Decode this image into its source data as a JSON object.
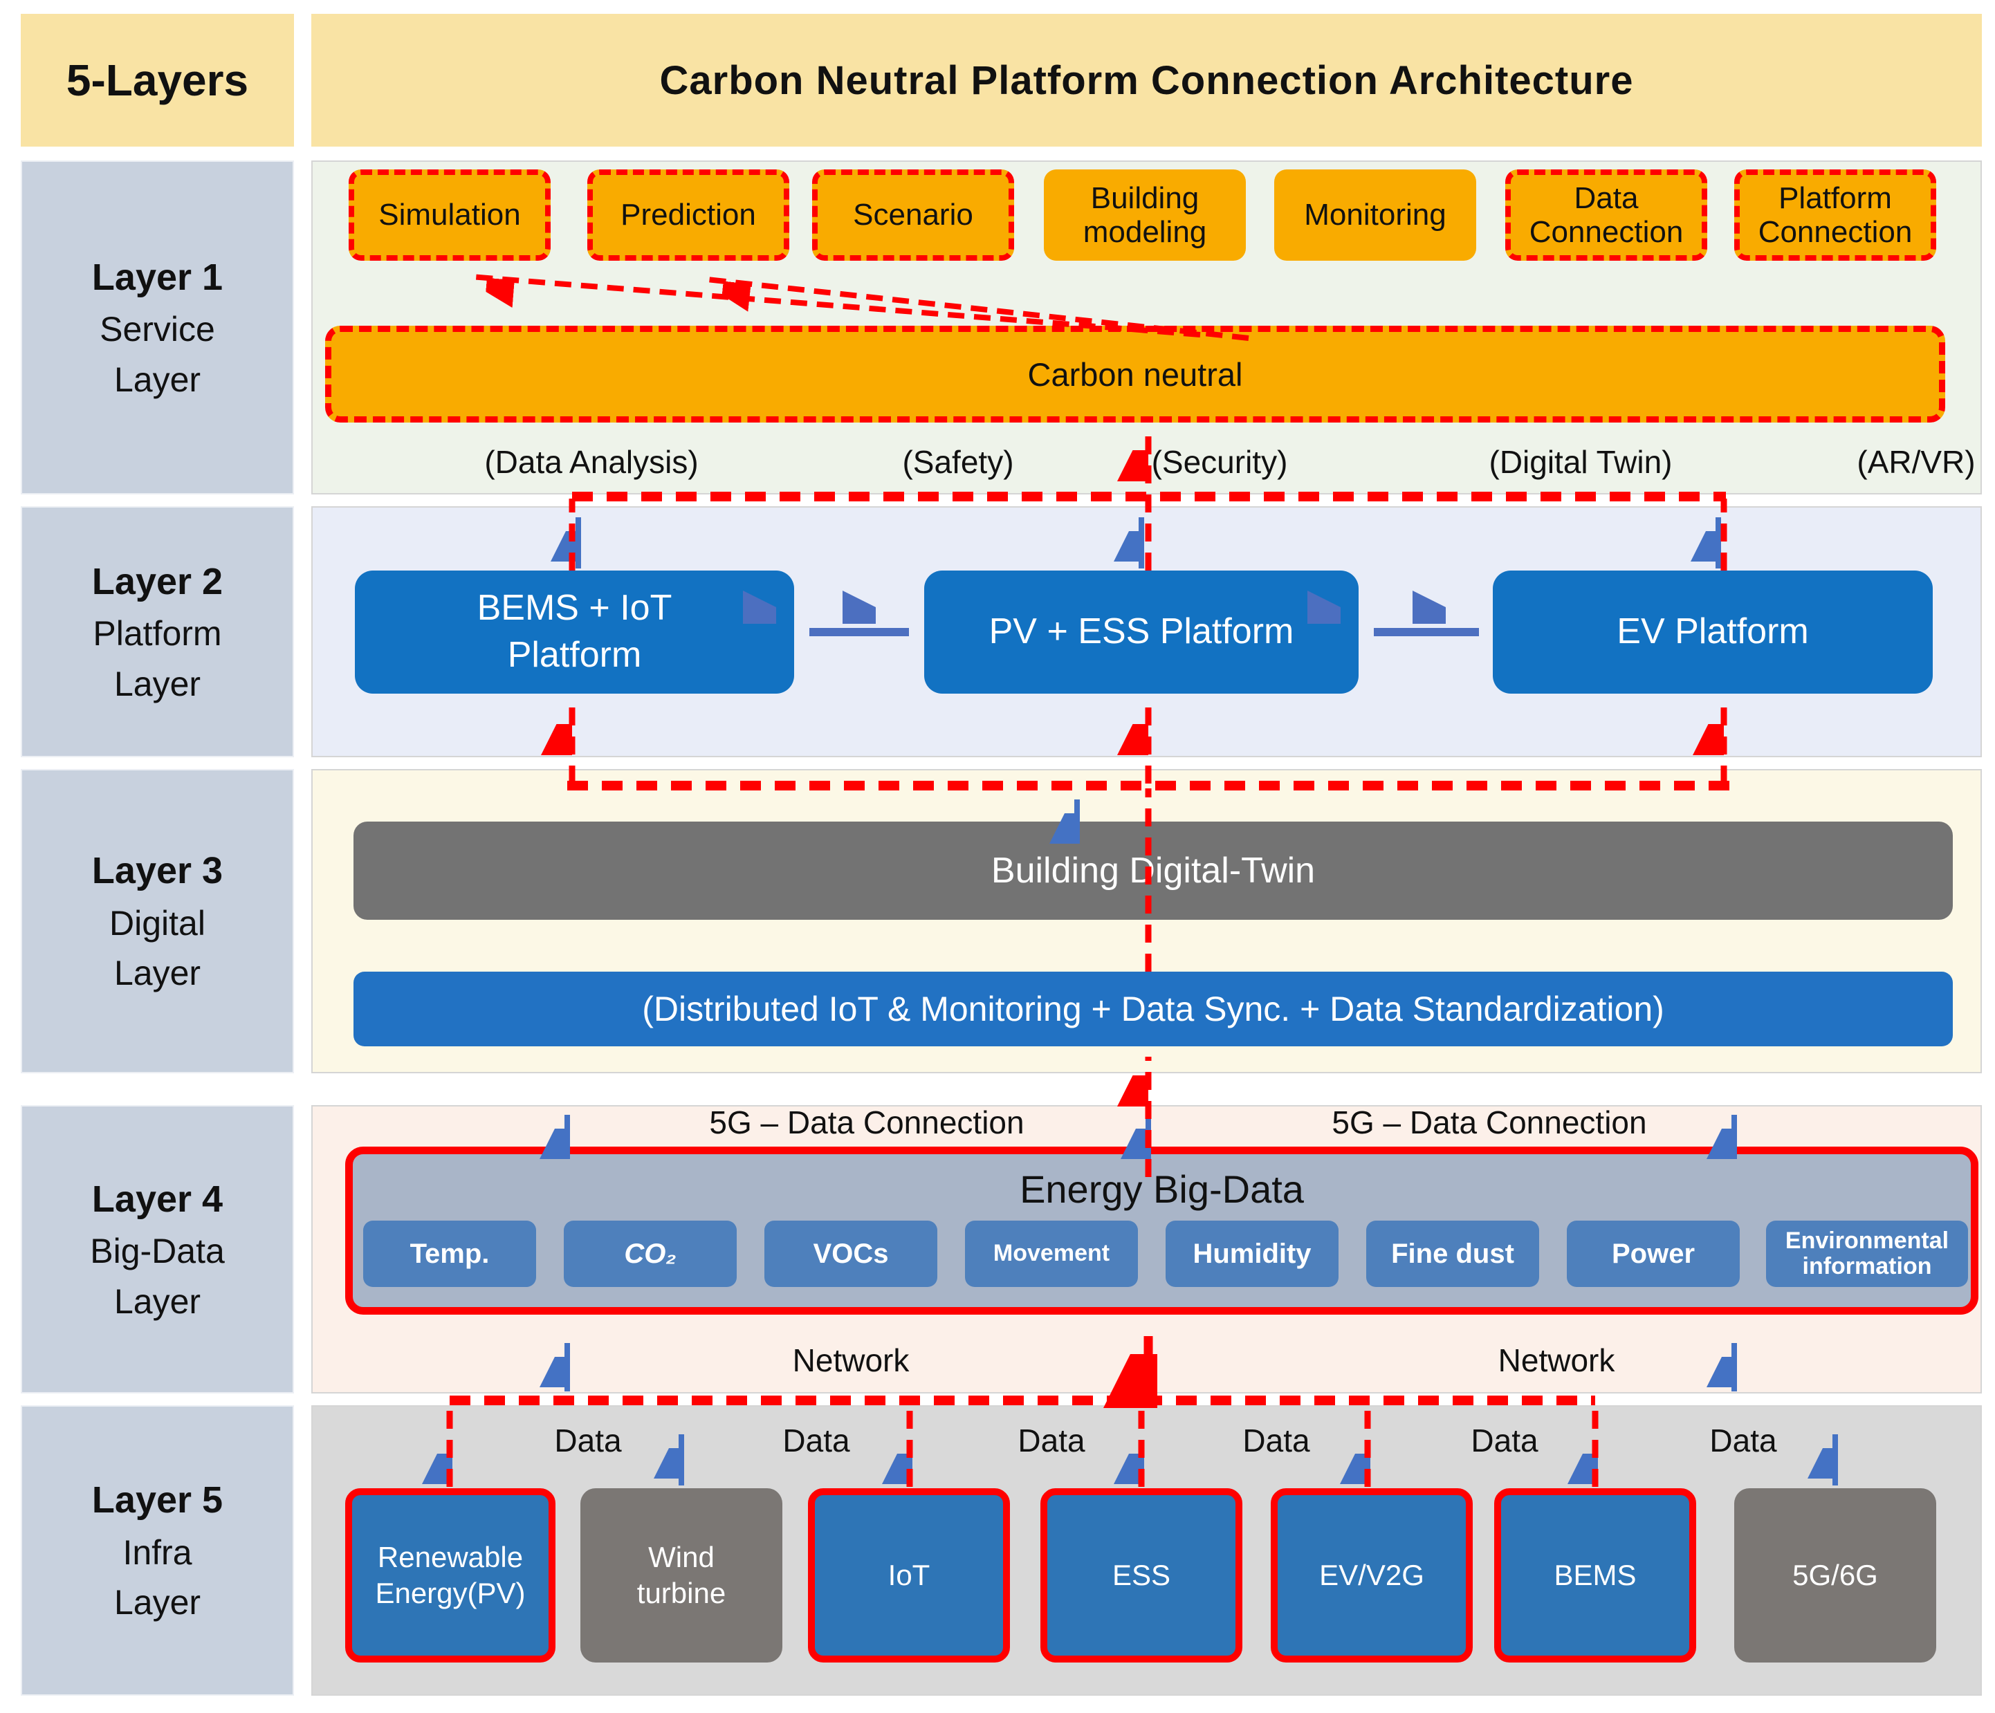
{
  "header": {
    "sidebar_title": "5-Layers",
    "title": "Carbon Neutral Platform Connection Architecture"
  },
  "sidebar": {
    "layers": [
      {
        "name": "Layer 1",
        "line2": "Service",
        "line3": "Layer"
      },
      {
        "name": "Layer 2",
        "line2": "Platform",
        "line3": "Layer"
      },
      {
        "name": "Layer 3",
        "line2": "Digital",
        "line3": "Layer"
      },
      {
        "name": "Layer 4",
        "line2": "Big-Data",
        "line3": "Layer"
      },
      {
        "name": "Layer 5",
        "line2": "Infra",
        "line3": "Layer"
      }
    ]
  },
  "layer1": {
    "service_boxes": [
      {
        "label": "Simulation",
        "dashed": true
      },
      {
        "label": "Prediction",
        "dashed": true
      },
      {
        "label": "Scenario",
        "dashed": true
      },
      {
        "label": "Building modeling",
        "lines": [
          "Building",
          "modeling"
        ],
        "dashed": false
      },
      {
        "label": "Monitoring",
        "dashed": false
      },
      {
        "label": "Data Connection",
        "lines": [
          "Data",
          "Connection"
        ],
        "dashed": true
      },
      {
        "label": "Platform Connection",
        "lines": [
          "Platform",
          "Connection"
        ],
        "dashed": true
      }
    ],
    "carbon_neutral_label": "Carbon neutral",
    "captions": [
      "(Data Analysis)",
      "(Safety)",
      "(Security)",
      "(Digital Twin)",
      "(AR/VR)"
    ]
  },
  "layer2": {
    "platforms": [
      {
        "label": "BEMS + IoT Platform",
        "lines": [
          "BEMS + IoT",
          "Platform"
        ]
      },
      {
        "label": "PV + ESS Platform",
        "lines": [
          "PV + ESS Platform"
        ]
      },
      {
        "label": "EV Platform",
        "lines": [
          "EV Platform"
        ]
      }
    ]
  },
  "layer3": {
    "digital_twin_label": "Building Digital-Twin",
    "distributed_label": "(Distributed IoT & Monitoring + Data Sync. + Data Standardization)"
  },
  "layer4": {
    "connection_label_left": "5G – Data Connection",
    "connection_label_right": "5G – Data Connection",
    "big_data_title": "Energy Big-Data",
    "sensors": [
      "Temp.",
      "CO₂",
      "VOCs",
      "Movement",
      "Humidity",
      "Fine dust",
      "Power",
      "Environmental information"
    ],
    "sensor_lines_env": [
      "Environmental",
      "information"
    ],
    "network_label_left": "Network",
    "network_label_right": "Network"
  },
  "layer5": {
    "data_label": "Data",
    "infra_boxes": [
      {
        "label": "Renewable Energy(PV)",
        "lines": [
          "Renewable",
          "Energy(PV)"
        ],
        "highlighted": true
      },
      {
        "label": "Wind turbine",
        "lines": [
          "Wind",
          "turbine"
        ],
        "highlighted": false
      },
      {
        "label": "IoT",
        "lines": [
          "IoT"
        ],
        "highlighted": true
      },
      {
        "label": "ESS",
        "lines": [
          "ESS"
        ],
        "highlighted": true
      },
      {
        "label": "EV/V2G",
        "lines": [
          "EV/V2G"
        ],
        "highlighted": true
      },
      {
        "label": "BEMS",
        "lines": [
          "BEMS"
        ],
        "highlighted": true
      },
      {
        "label": "5G/6G",
        "lines": [
          "5G/6G"
        ],
        "highlighted": false
      }
    ]
  },
  "colors": {
    "header_yellow": "#F9E3A4",
    "service_orange": "#F9AB00",
    "highlight_red": "#FF0000",
    "sidebar_gray_blue": "#C8D1DE",
    "platform_blue": "#1272C2",
    "sensor_blue": "#4E80BC",
    "infra_blue": "#2E75B6",
    "bar_gray": "#737373",
    "infra_gray": "#7B7774",
    "energy_panel": "#A9B5C8",
    "arrow_blue": "#4472C4",
    "double_arrow_blue": "#4C6FC0"
  }
}
